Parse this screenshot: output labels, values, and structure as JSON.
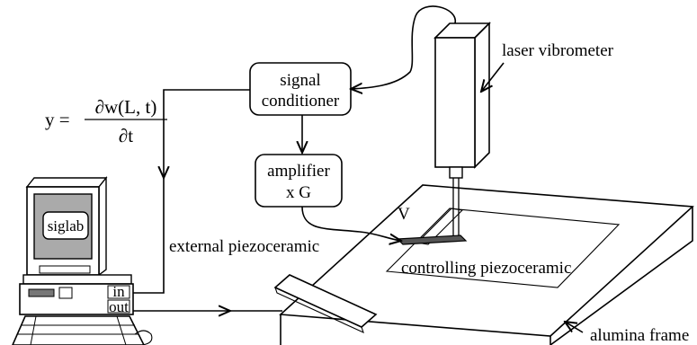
{
  "blocks": {
    "signal_conditioner": [
      "signal",
      "conditioner"
    ],
    "amplifier": [
      "amplifier",
      "x G"
    ]
  },
  "labels": {
    "laser_vibrometer": "laser vibrometer",
    "external_piezoceramic": "external piezoceramic",
    "controlling_piezoceramic": "controlling piezoceramic",
    "alumina_frame": "alumina frame",
    "voltage": "V",
    "siglab": "siglab",
    "port_in": "in",
    "port_out": "out"
  },
  "equation": {
    "lhs": "y =",
    "numerator": "∂w(L, t)",
    "denominator": "∂t"
  }
}
